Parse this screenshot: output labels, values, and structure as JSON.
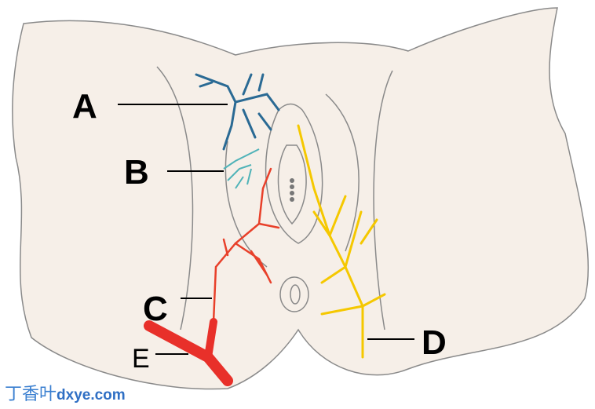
{
  "labels": {
    "a": "A",
    "b": "B",
    "c": "C",
    "d": "D",
    "e": "E"
  },
  "watermark": {
    "cn": "丁香叶",
    "en": "dxye.com"
  },
  "colors": {
    "skin": "#f6efe8",
    "outline": "#8a8a8a",
    "nerve_a": "#2a6a94",
    "nerve_b": "#4fb3b8",
    "nerve_c": "#e8402a",
    "nerve_d": "#f5c800",
    "vessel_e": "#e8302a"
  }
}
